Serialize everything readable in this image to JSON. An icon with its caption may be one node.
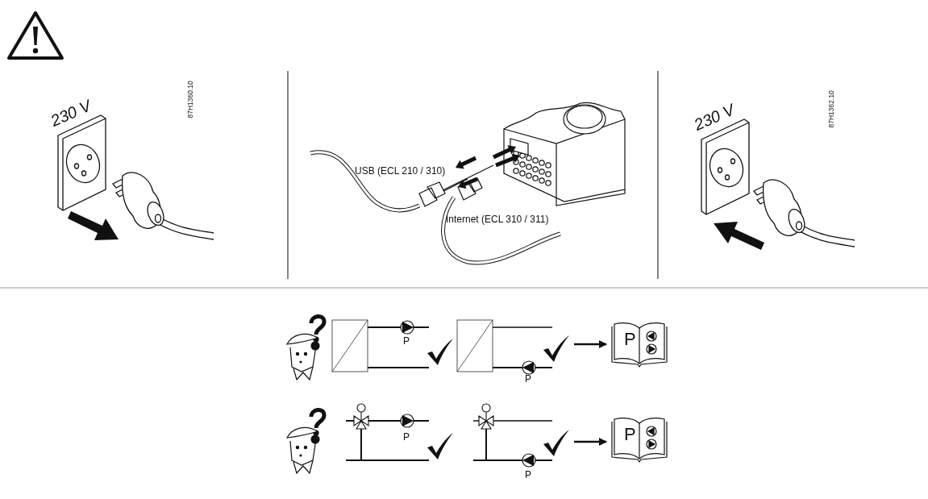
{
  "diagram": {
    "nodes": [
      {
        "text": [],
        "shape": "picture"
      },
      {
        "text": [
          "P"
        ]
      },
      {
        "text": [],
        "shape": "picture"
      },
      {
        "text": [
          "P"
        ]
      }
    ],
    "edges": [
      {
        "from": 0,
        "to": 1,
        "arrow": "to"
      },
      {
        "from": 2,
        "to": 3,
        "arrow": "to"
      }
    ],
    "labels": [
      "230 V",
      "87H1360.10",
      "USB (ECL 210 / 310)",
      "Internet (ECL 310 / 311)",
      "230 V",
      "87H1362.10",
      "P",
      "P",
      "P",
      "P"
    ]
  }
}
